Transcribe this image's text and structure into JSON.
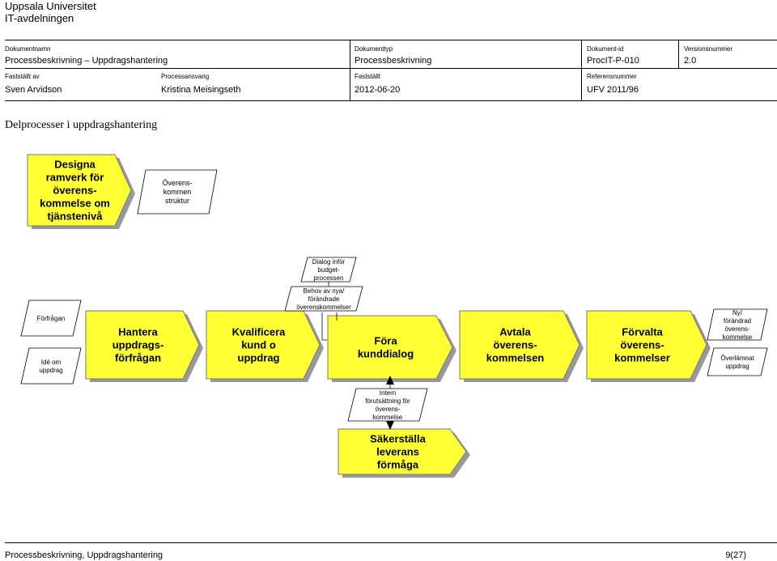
{
  "header": {
    "org_line1": "Uppsala Universitet",
    "org_line2": "IT-avdelningen"
  },
  "meta": {
    "labels": {
      "dokumentnamn": "Dokumentnamn",
      "dokumenttyp": "Dokumenttyp",
      "dokument_id": "Dokument-id",
      "versionsnummer": "Versionsnummer",
      "faststallt_av": "Fastställt av",
      "processansvarig": "Processansvarig",
      "faststallt": "Fastställt",
      "referensnummer": "Referensnummer"
    },
    "values": {
      "dokumentnamn": "Processbeskrivning – Uppdragshantering",
      "dokumenttyp": "Processbeskrivning",
      "dokument_id": "ProcIT-P-010",
      "versionsnummer": "2.0",
      "faststallt_av": "Sven Arvidson",
      "processansvarig": "Kristina Meisingseth",
      "faststallt": "2012-06-20",
      "referensnummer": "UFV 2011/96"
    }
  },
  "title": "Delprocesser i uppdragshantering",
  "diagram": {
    "fill_color": "#ffff33",
    "shadow_color": "#999999",
    "processes": {
      "designa": [
        "Designa",
        "ramverk för",
        "överens-",
        "kommelse om",
        "tjänstenivå"
      ],
      "hantera": [
        "Hantera",
        "uppdrags-",
        "förfrågan"
      ],
      "kvalificera": [
        "Kvalificera",
        "kund o",
        "uppdrag"
      ],
      "fora": [
        "Föra",
        "kunddialog"
      ],
      "avtala": [
        "Avtala",
        "överens-",
        "kommelsen"
      ],
      "forvalta": [
        "Förvalta",
        "överens-",
        "kommelser"
      ],
      "sakerstalla": [
        "Säkerställa",
        "leverans",
        "förmåga"
      ]
    },
    "docs": {
      "overenskommen": [
        "Överens-",
        "kommen",
        "struktur"
      ],
      "forfragan": [
        "Förfrågan"
      ],
      "ide": [
        "Idé om",
        "uppdrag"
      ],
      "dialog": [
        "Dialog inför",
        "budget-",
        "processen"
      ],
      "behov": [
        "Behov av nya/",
        "förändrade",
        "överenskommelser"
      ],
      "ny": [
        "Ny/",
        "förändrad",
        "överens-",
        "kommelse"
      ],
      "overlamnat": [
        "Överlämnat",
        "uppdrag"
      ],
      "intern": [
        "Intern",
        "förutsättning för",
        "överens-",
        "kommelse"
      ]
    }
  },
  "footer": {
    "left": "Processbeskrivning, Uppdragshantering",
    "right": "9(27)"
  }
}
